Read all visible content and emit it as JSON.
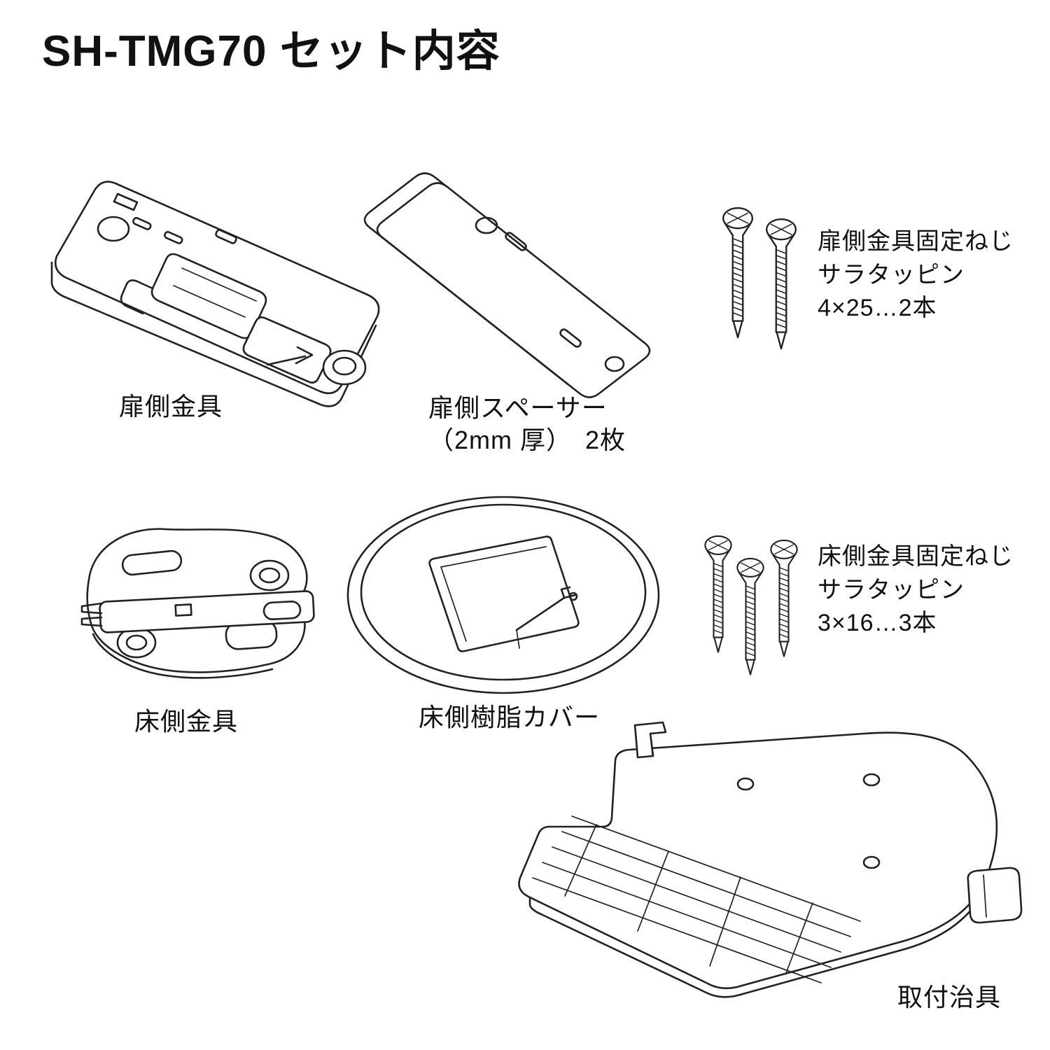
{
  "title": {
    "line1": "SH-TMG70",
    "line2": "セット内容"
  },
  "parts": {
    "door_bracket": {
      "label": "扉側金具"
    },
    "door_spacer": {
      "label": "扉側スペーサー",
      "label2": "（2mm 厚）　2枚"
    },
    "door_screws": {
      "line1": "扉側金具固定ねじ",
      "line2": "サラタッピン",
      "line3": "4×25…2本",
      "count": 2
    },
    "floor_bracket": {
      "label": "床側金具"
    },
    "floor_cover": {
      "label": "床側樹脂カバー"
    },
    "floor_screws": {
      "line1": "床側金具固定ねじ",
      "line2": "サラタッピン",
      "line3": "3×16…3本",
      "count": 3
    },
    "jig": {
      "label": "取付治具"
    }
  }
}
